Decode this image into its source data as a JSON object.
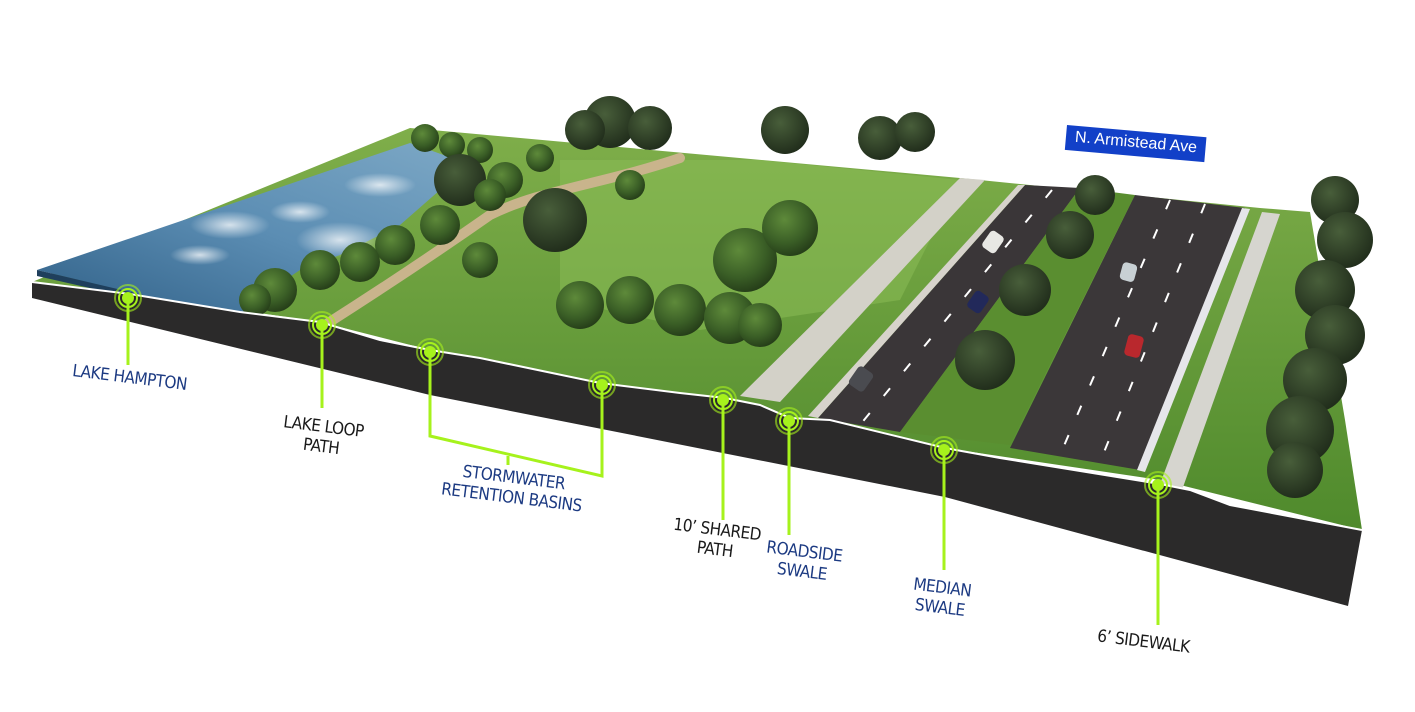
{
  "diagram": {
    "street_sign": "N. Armistead Ave",
    "marker_color": "#a6f21c",
    "slab_color": "#2b2a2a",
    "callouts": [
      {
        "id": "lake-hampton",
        "lines": [
          "LAKE HAMPTON"
        ],
        "color": "blue"
      },
      {
        "id": "lake-loop-path",
        "lines": [
          "LAKE LOOP",
          "PATH"
        ],
        "color": "black"
      },
      {
        "id": "stormwater-retention-basins",
        "lines": [
          "STORMWATER",
          "RETENTION BASINS"
        ],
        "color": "blue"
      },
      {
        "id": "shared-path",
        "lines": [
          "10’ SHARED",
          "PATH"
        ],
        "color": "black"
      },
      {
        "id": "roadside-swale",
        "lines": [
          "ROADSIDE",
          "SWALE"
        ],
        "color": "blue"
      },
      {
        "id": "median-swale",
        "lines": [
          "MEDIAN",
          "SWALE"
        ],
        "color": "blue"
      },
      {
        "id": "sidewalk",
        "lines": [
          "6’ SIDEWALK"
        ],
        "color": "black"
      }
    ]
  }
}
